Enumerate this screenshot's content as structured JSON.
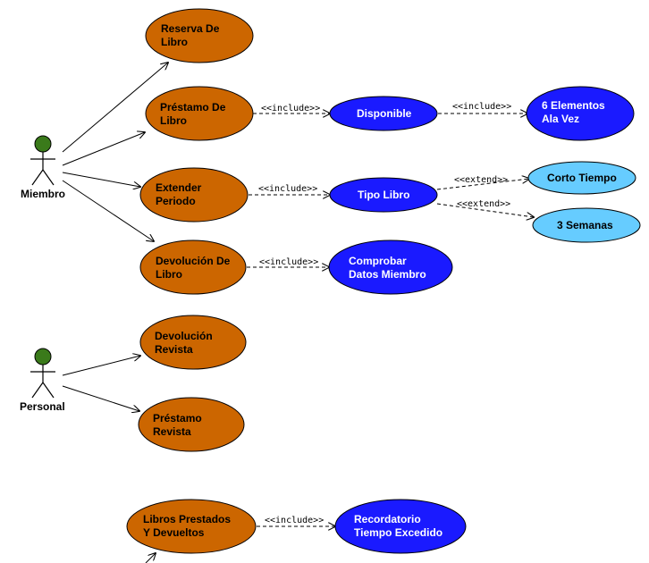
{
  "colors": {
    "orange_fill": "#cc6600",
    "dark_blue_fill": "#1a1aff",
    "light_blue_fill": "#66ccff",
    "actor_head": "#3a7a1a",
    "stroke": "#000000"
  },
  "actors": [
    {
      "id": "miembro",
      "label": "Miembro"
    },
    {
      "id": "personal",
      "label": "Personal"
    }
  ],
  "use_cases": [
    {
      "id": "reserva",
      "lines": [
        "Reserva De",
        "Libro"
      ],
      "color": "orange"
    },
    {
      "id": "prestamo_libro",
      "lines": [
        "Préstamo De",
        "Libro"
      ],
      "color": "orange"
    },
    {
      "id": "extender",
      "lines": [
        "Extender",
        "Periodo"
      ],
      "color": "orange"
    },
    {
      "id": "devolucion_libro",
      "lines": [
        "Devolución De",
        "Libro"
      ],
      "color": "orange"
    },
    {
      "id": "disponible",
      "lines": [
        "Disponible"
      ],
      "color": "dark-blue"
    },
    {
      "id": "seis_elementos",
      "lines": [
        "6 Elementos",
        "Ala Vez"
      ],
      "color": "dark-blue"
    },
    {
      "id": "tipo_libro",
      "lines": [
        "Tipo Libro"
      ],
      "color": "dark-blue"
    },
    {
      "id": "corto_tiempo",
      "lines": [
        "Corto Tiempo"
      ],
      "color": "light-blue"
    },
    {
      "id": "tres_semanas",
      "lines": [
        "3 Semanas"
      ],
      "color": "light-blue"
    },
    {
      "id": "comprobar",
      "lines": [
        "Comprobar",
        "Datos Miembro"
      ],
      "color": "dark-blue"
    },
    {
      "id": "devolucion_revista",
      "lines": [
        "Devolución",
        "Revista"
      ],
      "color": "orange"
    },
    {
      "id": "prestamo_revista",
      "lines": [
        "Préstamo",
        "Revista"
      ],
      "color": "orange"
    },
    {
      "id": "libros_prestados",
      "lines": [
        "Libros Prestados",
        "Y Devueltos"
      ],
      "color": "orange"
    },
    {
      "id": "recordatorio",
      "lines": [
        "Recordatorio",
        "Tiempo Excedido"
      ],
      "color": "dark-blue"
    }
  ],
  "relations": [
    {
      "from": "prestamo_libro",
      "to": "disponible",
      "label": "<<include>>"
    },
    {
      "from": "disponible",
      "to": "seis_elementos",
      "label": "<<include>>"
    },
    {
      "from": "extender",
      "to": "tipo_libro",
      "label": "<<include>>"
    },
    {
      "from": "tipo_libro",
      "to": "corto_tiempo",
      "label": "<<extend>>"
    },
    {
      "from": "tipo_libro",
      "to": "tres_semanas",
      "label": "<<extend>>"
    },
    {
      "from": "devolucion_libro",
      "to": "comprobar",
      "label": "<<include>>"
    },
    {
      "from": "libros_prestados",
      "to": "recordatorio",
      "label": "<<include>>"
    }
  ],
  "associations": [
    {
      "from": "miembro",
      "to": "reserva"
    },
    {
      "from": "miembro",
      "to": "prestamo_libro"
    },
    {
      "from": "miembro",
      "to": "extender"
    },
    {
      "from": "miembro",
      "to": "devolucion_libro"
    },
    {
      "from": "personal",
      "to": "devolucion_revista"
    },
    {
      "from": "personal",
      "to": "prestamo_revista"
    }
  ]
}
